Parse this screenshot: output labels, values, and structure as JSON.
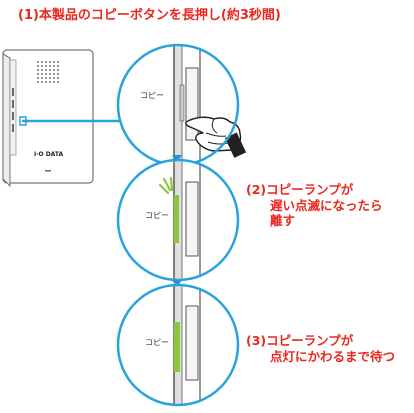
{
  "steps": [
    {
      "text": "(1)本製品のコピーボタンを長押し(約3秒間)"
    },
    {
      "line1": "(2)コピーランプが",
      "line2": "遅い点滅になったら",
      "line3": "離す"
    },
    {
      "line1": "(3)コピーランプが",
      "line2": "点灯にかわるまで待つ"
    }
  ],
  "device": {
    "brand": "I·O DATA"
  },
  "copy_label": "コピー",
  "colors": {
    "accent_red": "#e8281e",
    "ring_blue": "#27a3dd",
    "lamp_green": "#8cc63f",
    "arrow_blue": "#2b8fd0"
  }
}
